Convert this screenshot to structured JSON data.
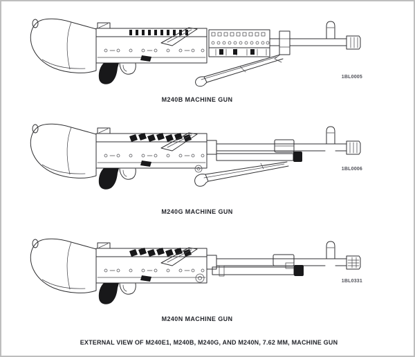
{
  "document": {
    "figures": [
      {
        "caption": "M240B MACHINE GUN",
        "figure_id": "1BL0005",
        "illustration": "m240b-line-drawing"
      },
      {
        "caption": "M240G MACHINE GUN",
        "figure_id": "1BL0006",
        "illustration": "m240g-line-drawing"
      },
      {
        "caption": "M240N MACHINE GUN",
        "figure_id": "1BL0331",
        "illustration": "m240n-line-drawing"
      }
    ],
    "footer_caption": "EXTERNAL VIEW OF M240E1, M240B, M240G, AND M240N, 7.62 MM, MACHINE GUN",
    "colors": {
      "ink": "#2e2e30",
      "caption_text": "#23252b",
      "figure_label_text": "#4f5058",
      "page_border": "#bdbdbd",
      "page_background": "#ffffff"
    }
  }
}
